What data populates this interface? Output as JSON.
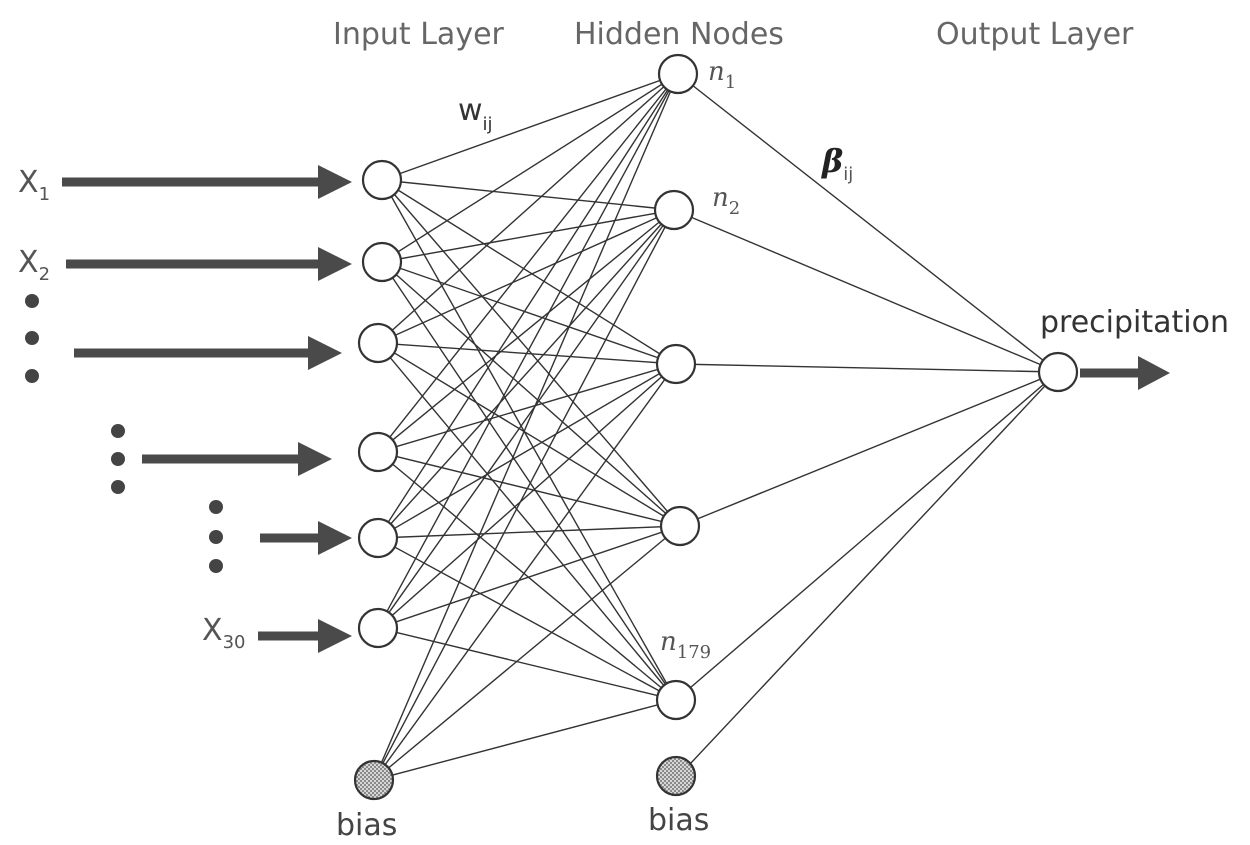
{
  "titles": {
    "input_layer": "Input Layer",
    "hidden_nodes": "Hidden Nodes",
    "output_layer": "Output Layer"
  },
  "inputs": {
    "x1": {
      "base": "X",
      "sub": "1"
    },
    "x2": {
      "base": "X",
      "sub": "2"
    },
    "x30": {
      "base": "X",
      "sub": "30"
    }
  },
  "hidden_labels": {
    "n1": {
      "base": "n",
      "sub": "1"
    },
    "n2": {
      "base": "n",
      "sub": "2"
    },
    "n179": {
      "base": "n",
      "sub": "179"
    }
  },
  "weights": {
    "w": {
      "base": "w",
      "sub": "ij"
    },
    "beta": {
      "base": "β",
      "sub": "ij"
    }
  },
  "bias_labels": {
    "input": "bias",
    "hidden": "bias"
  },
  "output": {
    "label": "precipitation"
  },
  "colors": {
    "line": "#333333",
    "arrow": "#4a4a4a",
    "bias_fill": "#bdbdbd"
  }
}
